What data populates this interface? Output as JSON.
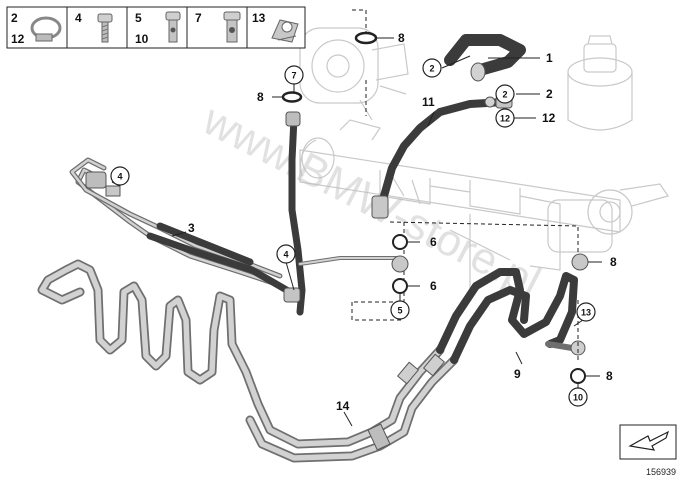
{
  "legend": {
    "cells": [
      {
        "labels": [
          "2",
          "12"
        ],
        "icon": "hose-clamp-icon"
      },
      {
        "labels": [
          "4"
        ],
        "icon": "screw-bolt-icon"
      },
      {
        "labels": [
          "5",
          "10"
        ],
        "icon": "banjo-bolt-icon"
      },
      {
        "labels": [
          "7"
        ],
        "icon": "hollow-bolt-icon"
      },
      {
        "labels": [
          "13"
        ],
        "icon": "holder-clip-icon"
      }
    ]
  },
  "callouts": {
    "c2a": "2",
    "c2b": "2",
    "c12": "12",
    "c7": "7",
    "c4a": "4",
    "c4b": "4",
    "c6a": "6",
    "c5": "5",
    "c6b": "6",
    "c13": "13",
    "c10": "10"
  },
  "labels": {
    "l1": "1",
    "l2": "2",
    "l3": "3",
    "l8a": "8",
    "l8b": "8",
    "l8c": "8",
    "l8d": "8",
    "l6a": "6",
    "l6b": "6",
    "l9": "9",
    "l11": "11",
    "l12": "12",
    "l14": "14"
  },
  "watermark": "www.BMW-store.pl",
  "diagram_number": "156939",
  "colors": {
    "hose": "#3b3b3b",
    "pipe_fill": "#cfcfcf",
    "pipe_edge": "#6f6f6f",
    "ghost": "#c9c9c9"
  }
}
